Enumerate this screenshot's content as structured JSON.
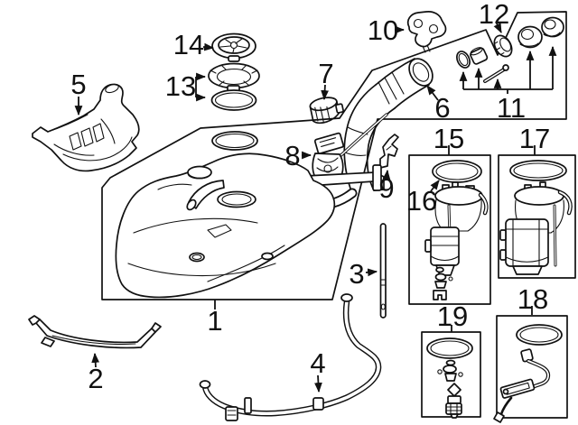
{
  "diagram": {
    "background": "#ffffff",
    "line_color": "#111111",
    "callouts": [
      {
        "number": "1"
      },
      {
        "number": "2"
      },
      {
        "number": "3"
      },
      {
        "number": "4"
      },
      {
        "number": "5"
      },
      {
        "number": "6"
      },
      {
        "number": "7"
      },
      {
        "number": "8"
      },
      {
        "number": "9"
      },
      {
        "number": "10"
      },
      {
        "number": "11"
      },
      {
        "number": "12"
      },
      {
        "number": "13"
      },
      {
        "number": "14"
      },
      {
        "number": "15"
      },
      {
        "number": "16"
      },
      {
        "number": "17"
      },
      {
        "number": "18"
      },
      {
        "number": "19"
      }
    ]
  }
}
